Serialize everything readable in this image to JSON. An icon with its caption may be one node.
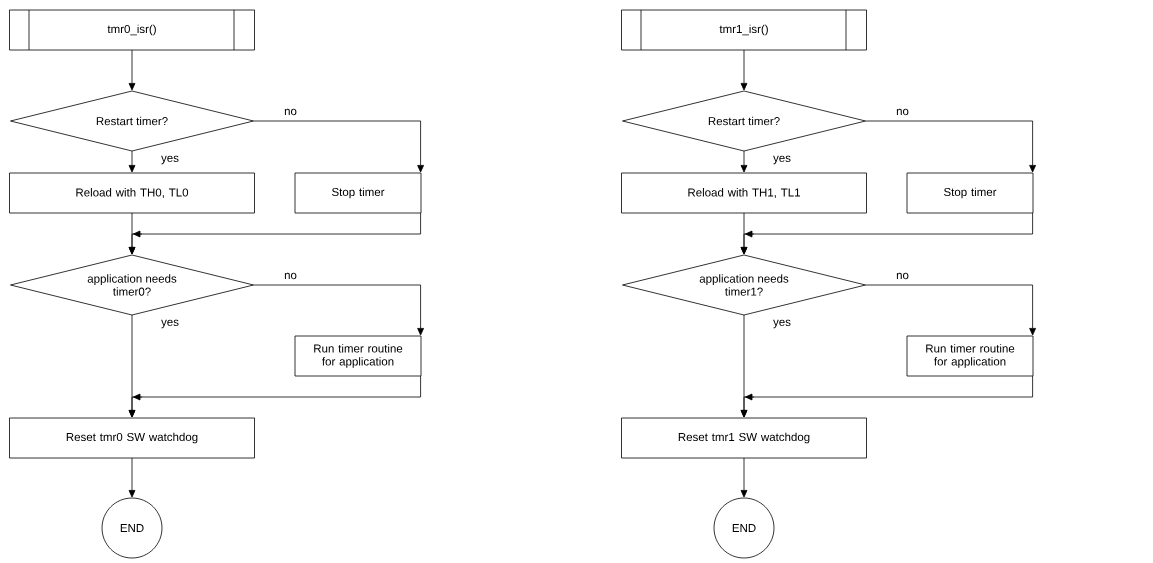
{
  "diagram": {
    "nodes": [
      {
        "text": [
          "tmr0_isr()"
        ]
      },
      {
        "text": [
          "Restart timer?"
        ]
      },
      {
        "text": [
          "Reload with TH0, TL0"
        ]
      },
      {
        "text": [
          "Stop timer"
        ]
      },
      {
        "text": [
          "application needs timer0?"
        ]
      },
      {
        "text": [
          "Run timer routine for application"
        ]
      },
      {
        "text": [
          "Reset tmr0 SW watchdog"
        ]
      },
      {
        "text": [
          "END"
        ]
      },
      {
        "text": [
          "tmr1_isr()"
        ]
      },
      {
        "text": [
          "Restart timer?"
        ]
      },
      {
        "text": [
          "Reload with TH1, TL1"
        ]
      },
      {
        "text": [
          "Stop timer"
        ]
      },
      {
        "text": [
          "application needs timer1?"
        ]
      },
      {
        "text": [
          "Run timer routine for application"
        ]
      },
      {
        "text": [
          "Reset tmr1 SW watchdog"
        ]
      },
      {
        "text": [
          "END"
        ]
      }
    ],
    "edges": [
      {
        "from": 0,
        "to": 1,
        "arrow": "to"
      },
      {
        "from": 1,
        "to": 2,
        "arrow": "to",
        "label": "yes"
      },
      {
        "from": 1,
        "to": 3,
        "arrow": "to",
        "label": "no"
      },
      {
        "from": 2,
        "to": 4,
        "arrow": "to"
      },
      {
        "from": 3,
        "to": 4,
        "arrow": "to"
      },
      {
        "from": 4,
        "to": 6,
        "arrow": "to",
        "label": "yes"
      },
      {
        "from": 4,
        "to": 5,
        "arrow": "to",
        "label": "no"
      },
      {
        "from": 5,
        "to": 6,
        "arrow": "to"
      },
      {
        "from": 6,
        "to": 7,
        "arrow": "to"
      },
      {
        "from": 8,
        "to": 9,
        "arrow": "to"
      },
      {
        "from": 9,
        "to": 10,
        "arrow": "to",
        "label": "yes"
      },
      {
        "from": 9,
        "to": 11,
        "arrow": "to",
        "label": "no"
      },
      {
        "from": 10,
        "to": 12,
        "arrow": "to"
      },
      {
        "from": 11,
        "to": 12,
        "arrow": "to"
      },
      {
        "from": 12,
        "to": 14,
        "arrow": "to",
        "label": "yes"
      },
      {
        "from": 12,
        "to": 13,
        "arrow": "to",
        "label": "no"
      },
      {
        "from": 13,
        "to": 14,
        "arrow": "to"
      },
      {
        "from": 14,
        "to": 15,
        "arrow": "to"
      }
    ]
  }
}
